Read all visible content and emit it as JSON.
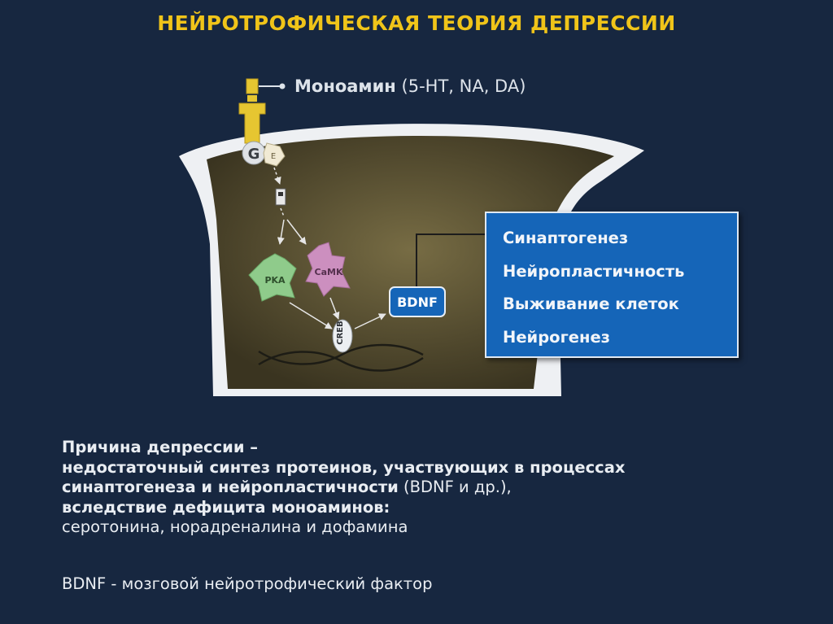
{
  "title": "НЕЙРОТРОФИЧЕСКАЯ ТЕОРИЯ ДЕПРЕССИИ",
  "ligand": {
    "name": "Моноамин",
    "detail": "(5-HT, NA, DA)"
  },
  "signaling": {
    "g_protein": "G",
    "effector": "E",
    "pka": "PKA",
    "camk": "CaMK",
    "creb": "CREB",
    "bdnf": "BDNF"
  },
  "effects": [
    "Синаптогенез",
    "Нейропластичность",
    "Выживание клеток",
    "Нейрогенез"
  ],
  "caption": {
    "line1": "Причина депрессии –",
    "line2": "недостаточный синтез протеинов, участвующих в процессах",
    "line3_bold": "синаптогенеза и нейропластичности",
    "line3_rest": " (BDNF и др.),",
    "line4": "вследствие дефицита моноаминов:",
    "line5": "серотонина, норадреналина и дофамина"
  },
  "footnote": "BDNF - мозговой нейротрофический фактор",
  "colors": {
    "background": "#172740",
    "title": "#f0c419",
    "box": "#1565b8",
    "cell": "#575033",
    "pka": "#8fcb8b",
    "camk": "#cc8fbf",
    "receptor": "#e6c631"
  }
}
